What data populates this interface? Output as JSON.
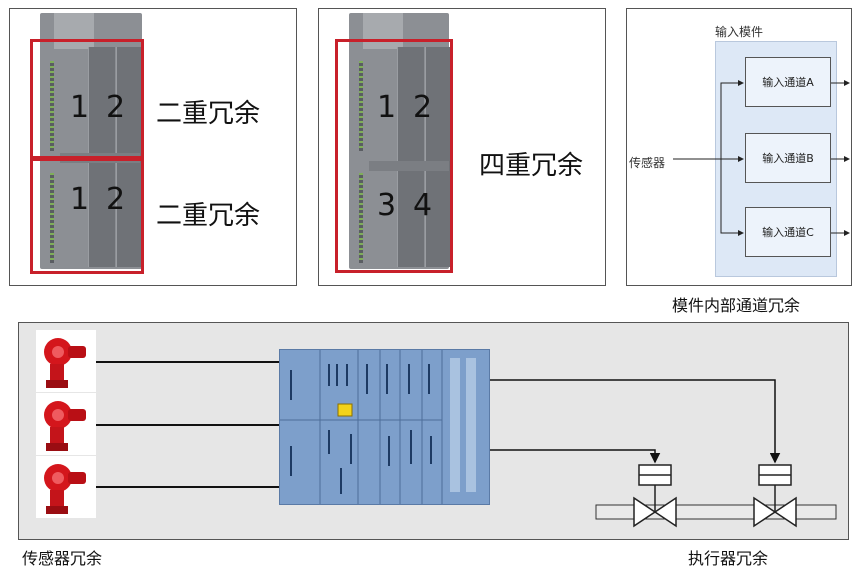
{
  "panels": {
    "dual": {
      "module_numbers_top": [
        "1",
        "2"
      ],
      "module_numbers_bottom": [
        "1",
        "2"
      ],
      "label_top": "二重冗余",
      "label_bottom": "二重冗余"
    },
    "quad": {
      "module_numbers_top": [
        "1",
        "2"
      ],
      "module_numbers_bottom": [
        "3",
        "4"
      ],
      "label": "四重冗余"
    },
    "channel": {
      "module_title": "输入模件",
      "sensor_label": "传感器",
      "channels": [
        "输入通道A",
        "输入通道B",
        "输入通道C"
      ],
      "caption": "模件内部通道冗余"
    }
  },
  "bottom": {
    "sensor_caption": "传感器冗余",
    "actuator_caption": "执行器冗余"
  },
  "colors": {
    "redbox": "#c8202a",
    "cabinet": "#7d9fcb",
    "panel_bg": "#e6e6e6",
    "sensor_red": "#d4161c"
  }
}
